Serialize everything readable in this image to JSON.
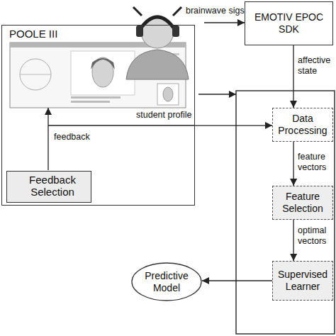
{
  "diagram": {
    "nodes": [
      {
        "text": [
          "POOLE III"
        ]
      },
      {
        "text": [
          "Feedback Selection"
        ],
        "in": 0
      },
      {
        "text": [
          "EMOTIV EPOC SDK"
        ]
      },
      {
        "text": [
          "Data Processing"
        ]
      },
      {
        "text": [
          "Feature Selection"
        ]
      },
      {
        "text": [
          "Supervised Learner"
        ]
      },
      {
        "text": [
          "Predictive Model"
        ]
      }
    ],
    "edges": [
      {
        "from": 2,
        "to": 3,
        "label": "affective state",
        "arrow": "to"
      },
      {
        "from": 0,
        "to": 3,
        "label": "student profile",
        "arrow": "to"
      },
      {
        "from": 3,
        "to": 4,
        "label": "feature vectors",
        "arrow": "to"
      },
      {
        "from": 4,
        "to": 5,
        "label": "optimal vectors",
        "arrow": "to"
      },
      {
        "from": 5,
        "to": 6,
        "arrow": "to"
      }
    ],
    "labels": [
      "brainwave sigs",
      "feedback"
    ]
  }
}
